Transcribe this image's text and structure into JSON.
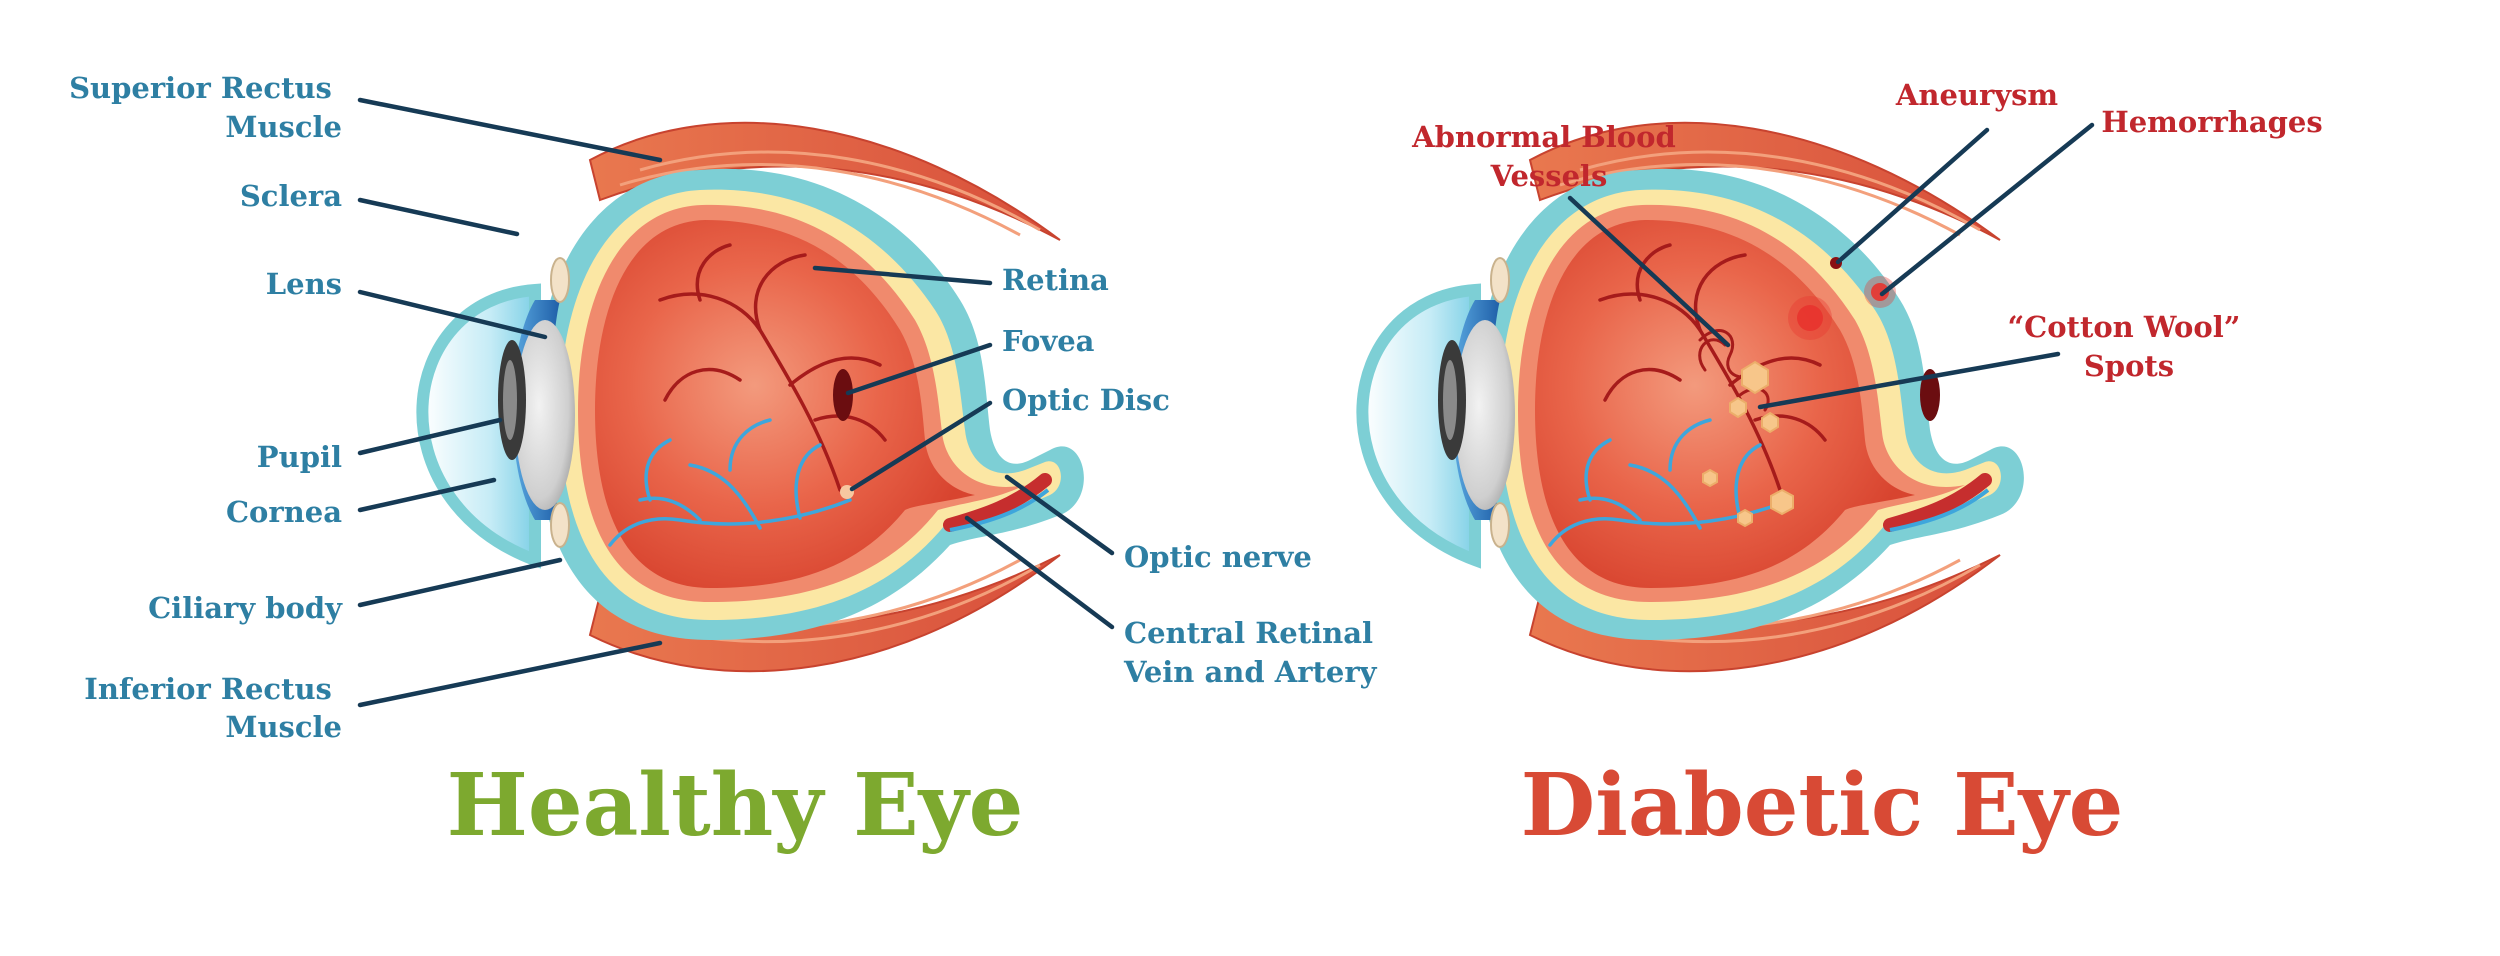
{
  "healthy": {
    "title": "Healthy Eye",
    "labels": {
      "superior_rectus": [
        "Superior Rectus",
        "Muscle"
      ],
      "sclera": "Sclera",
      "lens": "Lens",
      "pupil": "Pupil",
      "cornea": "Cornea",
      "ciliary_body": "Ciliary body",
      "inferior_rectus": [
        "Inferior Rectus",
        "Muscle"
      ],
      "retina": "Retina",
      "fovea": "Fovea",
      "optic_disc": "Optic Disc",
      "optic_nerve": "Optic nerve",
      "central_retinal": [
        "Central Retinal",
        "Vein and Artery"
      ]
    }
  },
  "diabetic": {
    "title": "Diabetic Eye",
    "labels": {
      "abnormal_vessels": [
        "Abnormal Blood",
        "Vessels"
      ],
      "aneurysm": "Aneurysm",
      "hemorrhages": "Hemorrhages",
      "cotton_wool": [
        "“Cotton Wool”",
        "Spots"
      ]
    }
  },
  "colors": {
    "healthy_label": "#2e7fa3",
    "diabetic_label": "#c1272d",
    "healthy_title": "#7da92f",
    "diabetic_title": "#d84a35",
    "pointer": "#163a55",
    "sclera_outer": "#7dcfd5",
    "eyeball": "#e5543f",
    "retina_band": "#fbe7a4",
    "muscle": "#e0674d",
    "vein_blue": "#3ea6dc",
    "vessel_red": "#a61b1b"
  }
}
